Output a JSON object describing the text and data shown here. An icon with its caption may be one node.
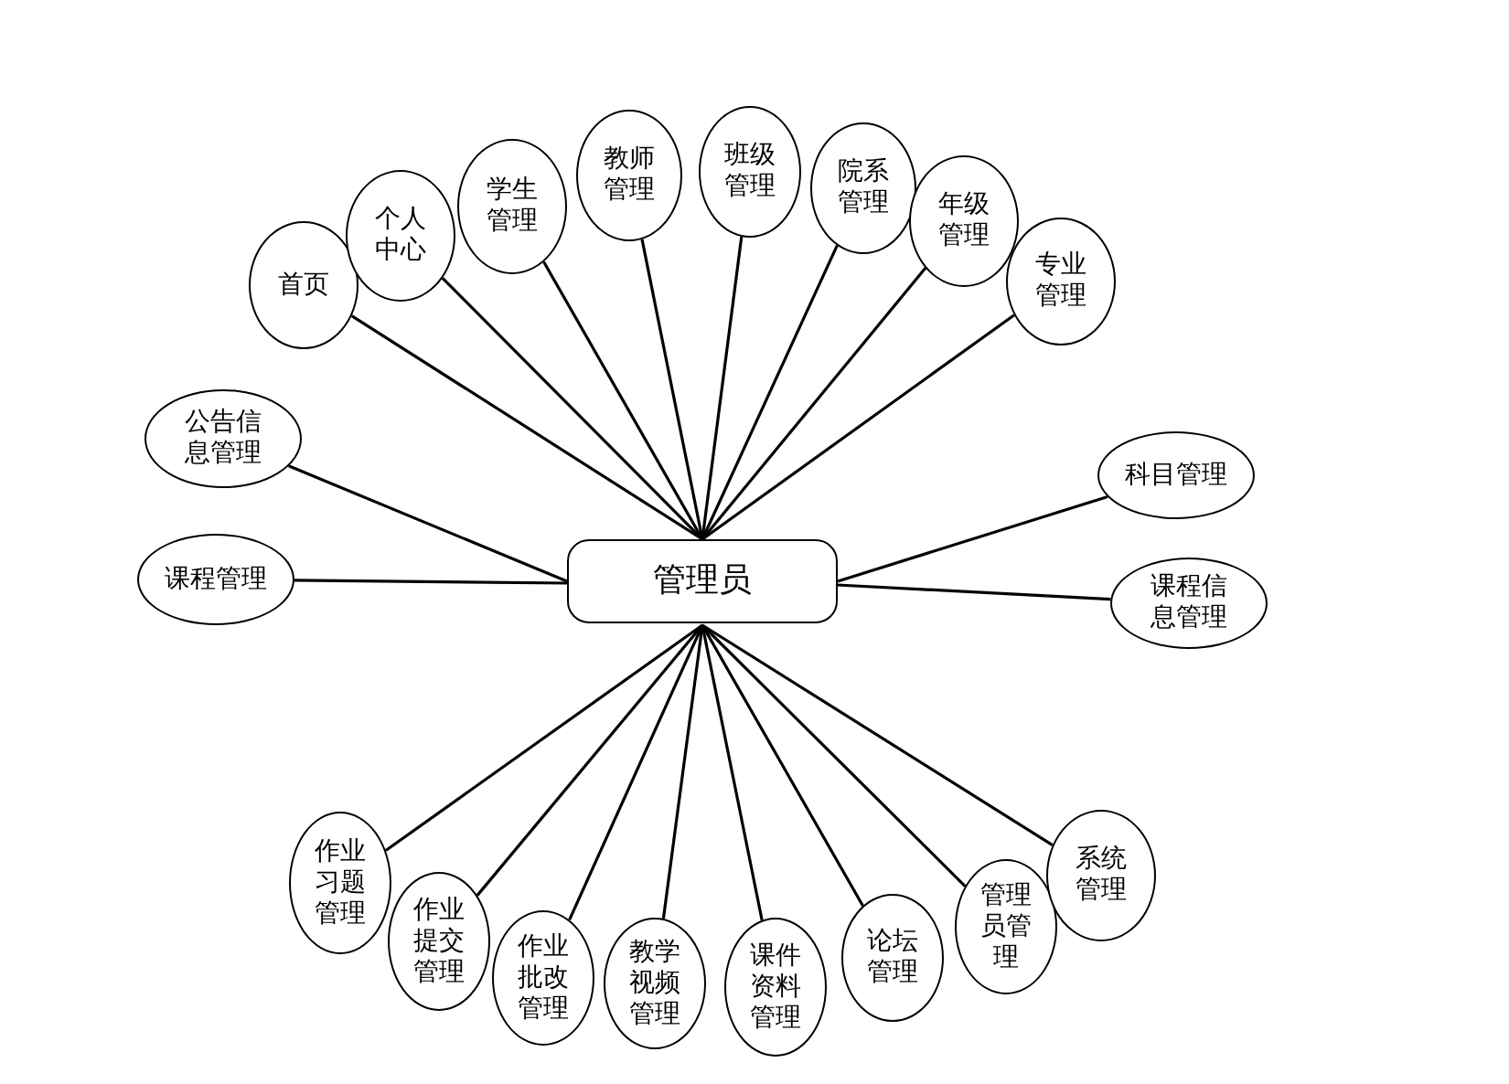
{
  "diagram": {
    "nodes": [
      {
        "text": [
          "管理员"
        ]
      },
      {
        "text": [
          "首页"
        ]
      },
      {
        "text": [
          "个人中心"
        ]
      },
      {
        "text": [
          "学生管理"
        ]
      },
      {
        "text": [
          "教师管理"
        ]
      },
      {
        "text": [
          "班级管理"
        ]
      },
      {
        "text": [
          "院系管理"
        ]
      },
      {
        "text": [
          "年级管理"
        ]
      },
      {
        "text": [
          "专业管理"
        ]
      },
      {
        "text": [
          "公告信息管理"
        ]
      },
      {
        "text": [
          "课程管理"
        ]
      },
      {
        "text": [
          "科目管理"
        ]
      },
      {
        "text": [
          "课程信息管理"
        ]
      },
      {
        "text": [
          "作业习题管理"
        ]
      },
      {
        "text": [
          "作业提交管理"
        ]
      },
      {
        "text": [
          "作业批改管理"
        ]
      },
      {
        "text": [
          "教学视频管理"
        ]
      },
      {
        "text": [
          "课件资料管理"
        ]
      },
      {
        "text": [
          "论坛管理"
        ]
      },
      {
        "text": [
          "管理员管理"
        ]
      },
      {
        "text": [
          "系统管理"
        ]
      }
    ],
    "edges": [
      {
        "from": 0,
        "to": 1,
        "arrow": "none"
      },
      {
        "from": 0,
        "to": 2,
        "arrow": "none"
      },
      {
        "from": 0,
        "to": 3,
        "arrow": "none"
      },
      {
        "from": 0,
        "to": 4,
        "arrow": "none"
      },
      {
        "from": 0,
        "to": 5,
        "arrow": "none"
      },
      {
        "from": 0,
        "to": 6,
        "arrow": "none"
      },
      {
        "from": 0,
        "to": 7,
        "arrow": "none"
      },
      {
        "from": 0,
        "to": 8,
        "arrow": "none"
      },
      {
        "from": 0,
        "to": 9,
        "arrow": "none"
      },
      {
        "from": 0,
        "to": 10,
        "arrow": "none"
      },
      {
        "from": 0,
        "to": 11,
        "arrow": "none"
      },
      {
        "from": 0,
        "to": 12,
        "arrow": "none"
      },
      {
        "from": 0,
        "to": 13,
        "arrow": "none"
      },
      {
        "from": 0,
        "to": 14,
        "arrow": "none"
      },
      {
        "from": 0,
        "to": 15,
        "arrow": "none"
      },
      {
        "from": 0,
        "to": 16,
        "arrow": "none"
      },
      {
        "from": 0,
        "to": 17,
        "arrow": "none"
      },
      {
        "from": 0,
        "to": 18,
        "arrow": "none"
      },
      {
        "from": 0,
        "to": 19,
        "arrow": "none"
      },
      {
        "from": 0,
        "to": 20,
        "arrow": "none"
      }
    ]
  }
}
